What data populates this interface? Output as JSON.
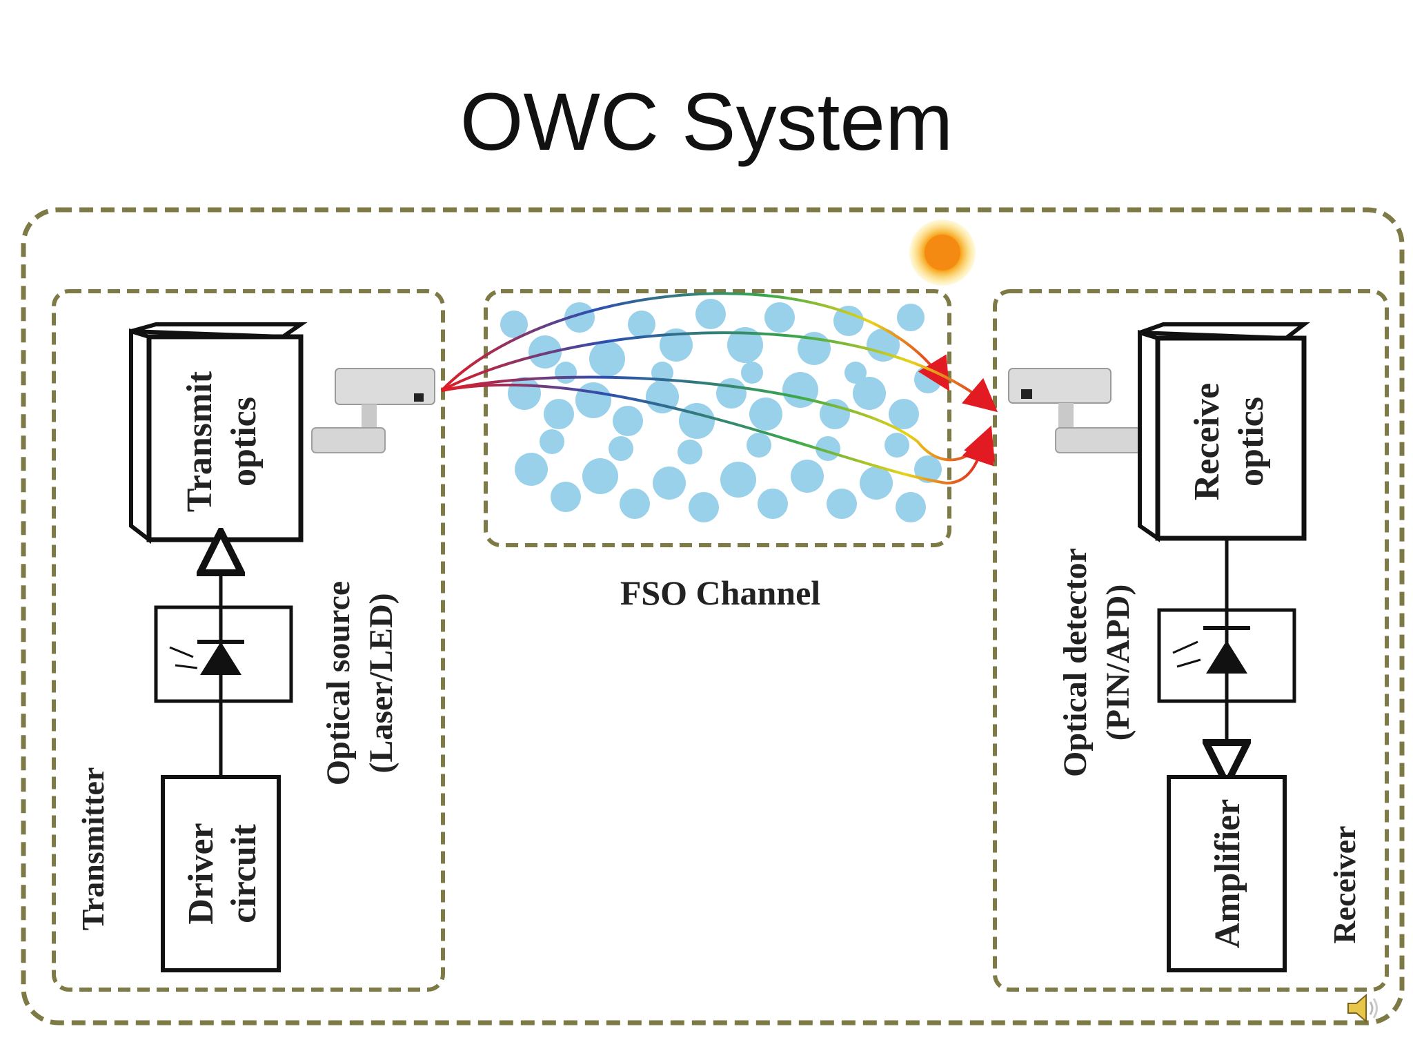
{
  "slide": {
    "title": "OWC System"
  },
  "diagram": {
    "transmitter": {
      "label": "Transmitter",
      "transmit_optics": [
        "Transmit",
        "optics"
      ],
      "optical_source": [
        "Optical source",
        "(Laser/LED)"
      ],
      "driver_circuit": [
        "Driver",
        "circuit"
      ]
    },
    "channel": {
      "label": "FSO Channel"
    },
    "receiver": {
      "label": "Receiver",
      "receive_optics": [
        "Receive",
        "optics"
      ],
      "optical_detector": [
        "Optical detector",
        "(PIN/APD)"
      ],
      "amplifier": "Amplifier"
    }
  },
  "colors": {
    "dashed_border": "#7d7a45",
    "droplet": "#8fcbe8",
    "sun": "#f7a51d",
    "beam_red": "#e21b23",
    "beam_blue": "#2c4fb0",
    "beam_yellow": "#e8d21a"
  },
  "icons": {
    "tx_camera": "camera-icon",
    "rx_camera": "camera-icon",
    "sun": "sun-icon",
    "led": "led-diode-icon",
    "photodiode": "photodiode-icon",
    "speaker": "speaker-icon"
  }
}
